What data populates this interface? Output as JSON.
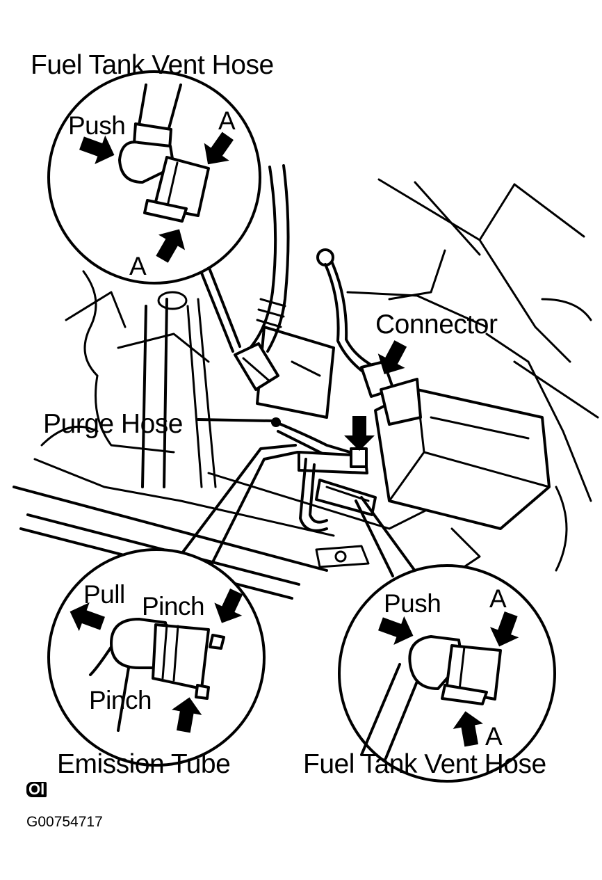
{
  "labels": {
    "top_callout_title": "Fuel Tank Vent Hose",
    "top_push": "Push",
    "top_a_right": "A",
    "top_a_bottom": "A",
    "connector": "Connector",
    "purge_hose": "Purge Hose",
    "left_pull": "Pull",
    "left_pinch_top": "Pinch",
    "left_pinch_bottom": "Pinch",
    "left_callout_title": "Emission Tube",
    "right_push": "Push",
    "right_a_top": "A",
    "right_a_bottom": "A",
    "right_callout_title": "Fuel Tank Vent Hose",
    "logo_mark": "Ol",
    "figure_id": "G00754717"
  },
  "icons": {
    "arrow": "arrow-icon",
    "logo": "publisher-logo-icon"
  }
}
